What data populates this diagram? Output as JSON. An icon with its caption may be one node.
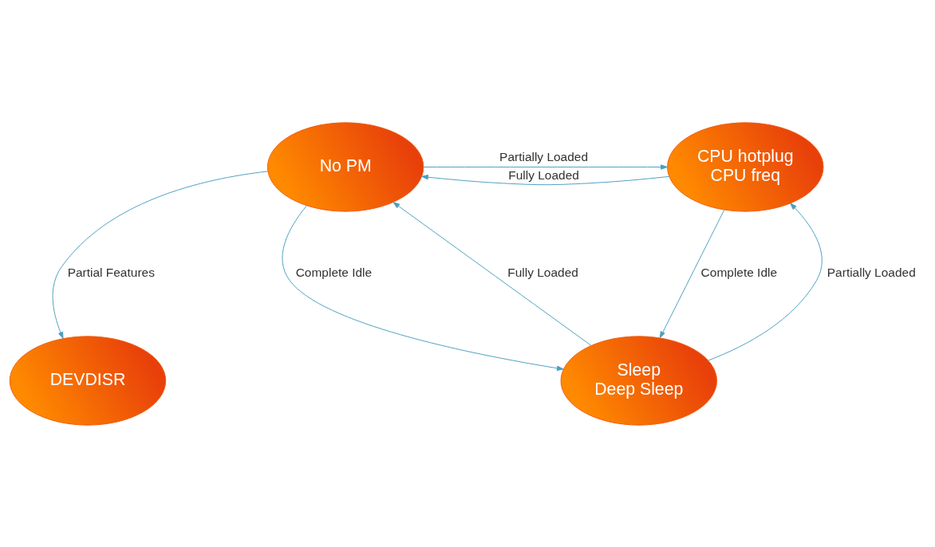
{
  "diagram": {
    "nodes": [
      {
        "text": [
          "No PM"
        ]
      },
      {
        "text": [
          "CPU hotplug",
          "CPU freq"
        ]
      },
      {
        "text": [
          "DEVDISR"
        ]
      },
      {
        "text": [
          "Sleep",
          "Deep Sleep"
        ]
      }
    ],
    "edges": [
      {
        "from": 0,
        "to": 1,
        "arrow": "to",
        "label": "Partially Loaded"
      },
      {
        "from": 1,
        "to": 0,
        "arrow": "to",
        "label": "Fully Loaded"
      },
      {
        "from": 0,
        "to": 2,
        "arrow": "to",
        "label": "Partial Features"
      },
      {
        "from": 0,
        "to": 3,
        "arrow": "to",
        "label": "Complete Idle"
      },
      {
        "from": 3,
        "to": 0,
        "arrow": "to",
        "label": "Fully Loaded"
      },
      {
        "from": 1,
        "to": 3,
        "arrow": "to",
        "label": "Complete Idle"
      },
      {
        "from": 3,
        "to": 1,
        "arrow": "to",
        "label": "Partially Loaded"
      }
    ]
  }
}
